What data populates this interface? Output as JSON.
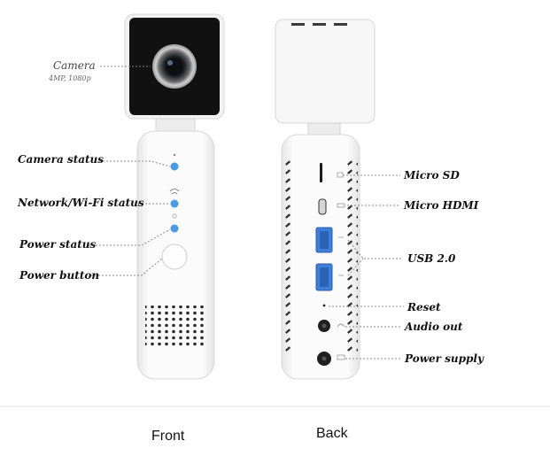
{
  "camera": {
    "label": "Camera",
    "sublabel": "4MP, 1080p"
  },
  "front_labels": {
    "camera_status": "Camera status",
    "network_status": "Network/Wi-Fi status",
    "power_status": "Power status",
    "power_button": "Power button"
  },
  "back_labels": {
    "micro_sd": "Micro SD",
    "micro_hdmi": "Micro HDMI",
    "usb": "USB 2.0",
    "reset": "Reset",
    "audio_out": "Audio out",
    "power_supply": "Power supply"
  },
  "captions": {
    "front": "Front",
    "back": "Back"
  },
  "colors": {
    "led": "#4a9be0",
    "body": "#f7f7f7",
    "camera_face": "#121212",
    "usb_port": "#3f7fd8"
  }
}
